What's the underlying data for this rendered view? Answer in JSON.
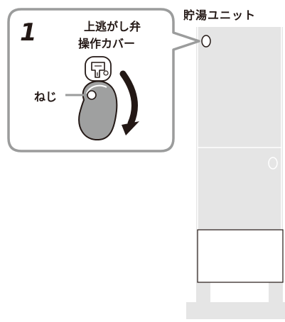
{
  "unit_title": "貯湯ユニット",
  "step_number": "1",
  "cover_label_line1": "上逃がし弁",
  "cover_label_line2": "操作カバー",
  "screw_label": "ねじ",
  "colors": {
    "callout_border": "#9b9c9c",
    "unit_fill": "#e5e5e5",
    "unit_line": "#ffffff",
    "panel_border": "#231815",
    "cover_fill": "#9fa0a0",
    "arrow": "#231815"
  },
  "icons": [
    "rotation-arrow-icon",
    "valve-knob-icon",
    "screw-icon"
  ]
}
